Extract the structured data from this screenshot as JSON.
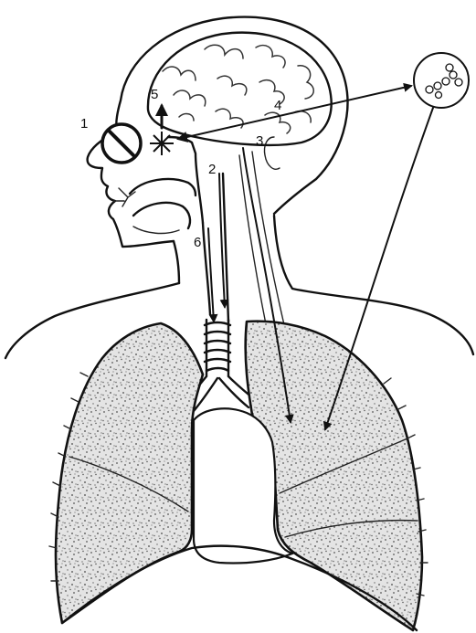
{
  "labels": {
    "one": "1",
    "two": "2",
    "three": "3",
    "four": "4",
    "five": "5",
    "six": "6"
  },
  "colors": {
    "ink": "#111111",
    "background": "#ffffff"
  },
  "icons": [
    "no-smell-sign-icon",
    "spark-star-icon",
    "particles-circle-icon"
  ]
}
